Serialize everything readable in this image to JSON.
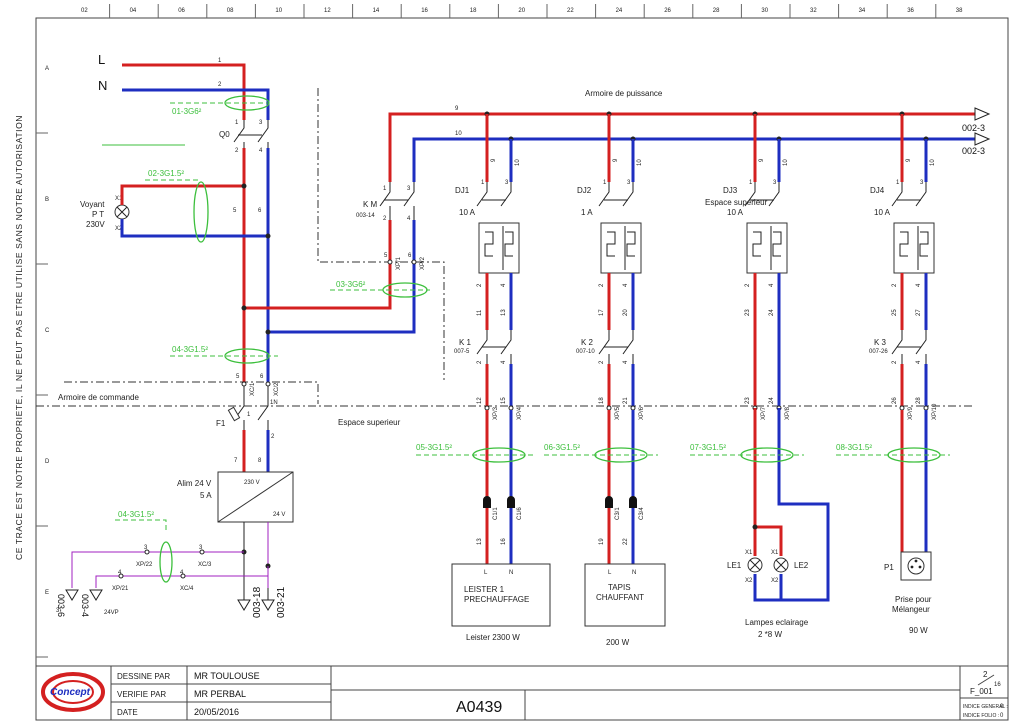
{
  "top_ruler": [
    "02",
    "04",
    "06",
    "08",
    "10",
    "12",
    "14",
    "16",
    "18",
    "20",
    "22",
    "24",
    "26",
    "28",
    "30",
    "32",
    "34",
    "36",
    "38"
  ],
  "left_ruler": [
    "A",
    "B",
    "C",
    "D",
    "E"
  ],
  "side_note": "CE TRACE EST NOTRE PROPRIETE, IL NE PEUT PAS ETRE UTILISE SANS NOTRE AUTORISATION",
  "supply": {
    "l": "L",
    "n": "N",
    "wire1": "1",
    "wire2": "2"
  },
  "zones": {
    "power": "Armoire de puissance",
    "command": "Armoire de commande",
    "upper1": "Espace superieur",
    "upper2": "Espace superieur"
  },
  "wires": {
    "w9": "9",
    "w10": "10",
    "out1": "002-3",
    "out2": "002-3"
  },
  "q0": {
    "label": "Q0",
    "p1": "1",
    "p3": "3",
    "p2": "2",
    "p4": "4"
  },
  "voyant": {
    "l1": "Voyant",
    "l2": "P T",
    "l3": "230V",
    "x1": "X1",
    "x2": "X2",
    "w5": "5",
    "w6": "6"
  },
  "cables": {
    "c1": "01-3G6²",
    "c2": "02-3G1.5²",
    "c3": "03-3G6²",
    "c4": "04-3G1.5²",
    "c5": "05-3G1.5²",
    "c6": "06-3G1.5²",
    "c7": "07-3G1.5²",
    "c8": "08-3G1.5²",
    "c9": "04-3G1.5²"
  },
  "km": {
    "label": "K M",
    "ref": "003-14",
    "p1": "1",
    "p3": "3",
    "p2": "2",
    "p4": "4",
    "xp1": "XP/1",
    "xp2": "XP/2",
    "w5": "5",
    "w6": "6"
  },
  "xc": {
    "xc1": "XC/1",
    "xc2": "XC/2",
    "n5": "5",
    "n6": "6",
    "fin": "1N"
  },
  "f1": {
    "label": "F1",
    "w7": "7",
    "w8": "8",
    "n1": "1",
    "n2": "2"
  },
  "alim": {
    "label": "Alim 24 V",
    "amps": "5 A",
    "in": "230 V",
    "out": "24 V"
  },
  "bottom_left": {
    "xp22": "XP/22",
    "xc3": "XC/3",
    "xp21": "XP/21",
    "xc4": "XC/4",
    "n3a": "3",
    "n3b": "3",
    "n4a": "4",
    "n4b": "4",
    "ref1": "003-6",
    "ref2": "003-4",
    "ref3": "003-18",
    "ref4": "003-21",
    "v24": "24VP",
    "n3c": "3"
  },
  "dj": [
    {
      "label": "DJ1",
      "amps": "10 A",
      "top1": "1",
      "top3": "3",
      "w_a": "9",
      "w_b": "10",
      "b_a": "2",
      "b_b": "4",
      "wl": "11",
      "wr": "13",
      "k": "K 1",
      "kref": "007-5",
      "kp_a": "2",
      "kp_b": "4",
      "xp_a": "XP/3",
      "xp_b": "XP/4",
      "n_a": "12",
      "n_b": "15",
      "c_a": "C1/1",
      "c_b": "C1/6",
      "cb_a": "13",
      "cb_b": "16"
    },
    {
      "label": "DJ2",
      "amps": "1 A",
      "top1": "1",
      "top3": "3",
      "w_a": "9",
      "w_b": "10",
      "b_a": "2",
      "b_b": "4",
      "wl": "17",
      "wr": "20",
      "k": "K 2",
      "kref": "007-10",
      "kp_a": "2",
      "kp_b": "4",
      "xp_a": "XP/5",
      "xp_b": "XP/6",
      "n_a": "18",
      "n_b": "21",
      "c_a": "C3/1",
      "c_b": "C3/4",
      "cb_a": "19",
      "cb_b": "22"
    },
    {
      "label": "DJ3",
      "amps": "10 A",
      "top1": "1",
      "top3": "3",
      "w_a": "9",
      "w_b": "10",
      "b_a": "2",
      "b_b": "4",
      "wl": "23",
      "wr": "24",
      "xp_a": "XP/7",
      "xp_b": "XP/8",
      "n_a": "23",
      "n_b": "24"
    },
    {
      "label": "DJ4",
      "amps": "10 A",
      "top1": "1",
      "top3": "3",
      "w_a": "9",
      "w_b": "10",
      "b_a": "2",
      "b_b": "4",
      "wl": "25",
      "wr": "27",
      "k": "K 3",
      "kref": "007-26",
      "kp_a": "2",
      "kp_b": "4",
      "xp_a": "XP/9",
      "xp_b": "XP/10",
      "n_a": "26",
      "n_b": "28"
    }
  ],
  "loads": {
    "leister_l1": "LEISTER 1",
    "leister_l2": "PRECHAUFFAGE",
    "leister_l": "L",
    "leister_n": "N",
    "leister_power": "Leister 2300 W",
    "tapis_l1": "TAPIS",
    "tapis_l2": "CHAUFFANT",
    "tapis_l": "L",
    "tapis_n": "N",
    "tapis_power": "200 W",
    "le1": "LE1",
    "le2": "LE2",
    "lamps_l1": "Lampes eclairage",
    "lamps_l2": "2 *8 W",
    "x1a": "X1",
    "x1b": "X1",
    "x2a": "X2",
    "x2b": "X2",
    "p1": "P1",
    "prise_l1": "Prise pour",
    "prise_l2": "Mélangeur",
    "prise_power": "90 W"
  },
  "title_block": {
    "logo": "Concept",
    "drawn_label": "DESSINE PAR",
    "drawn_value": "MR TOULOUSE",
    "checked_label": "VERIFIE PAR",
    "checked_value": "MR PERBAL",
    "date_label": "DATE",
    "date_value": "20/05/2016",
    "code": "A0439",
    "page": "2",
    "pages": "16",
    "folio": "F_001",
    "ind_gen_label": "INDICE GENERAL :",
    "ind_gen_value": "0",
    "ind_folio_label": "INDICE FOLIO :",
    "ind_folio_value": "0"
  },
  "colors": {
    "phase": "#d42020",
    "neutral": "#1e2ec0",
    "cable": "#3cbf3c",
    "control_24v": "#a020c0"
  }
}
